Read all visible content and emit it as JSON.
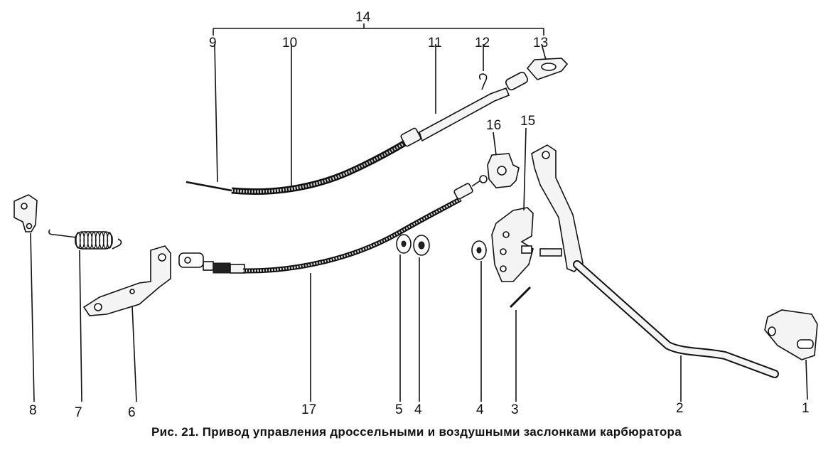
{
  "caption": "Рис. 21. Привод управления дроссельными и воздушными заслонками карбюратора",
  "labels": {
    "l1": "1",
    "l2": "2",
    "l3": "3",
    "l4a": "4",
    "l4b": "4",
    "l5": "5",
    "l6": "6",
    "l7": "7",
    "l8": "8",
    "l9": "9",
    "l10": "10",
    "l11": "11",
    "l12": "12",
    "l13": "13",
    "l14": "14",
    "l15": "15",
    "l16": "16",
    "l17": "17"
  }
}
